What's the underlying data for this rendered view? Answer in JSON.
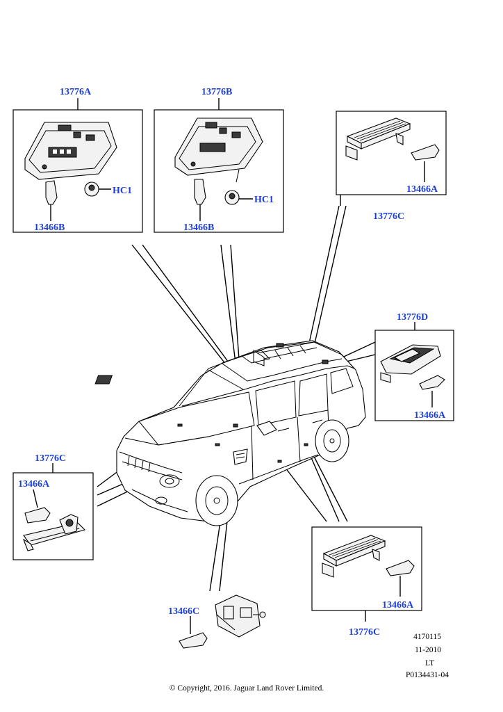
{
  "callouts": {
    "a_ref": "13776A",
    "a_bulb": "13466B",
    "a_hc": "HC1",
    "b_ref": "13776B",
    "b_bulb": "13466B",
    "b_hc": "HC1",
    "c_top_ref": "13776C",
    "c_top_bulb": "13466A",
    "d_ref": "13776D",
    "d_bulb": "13466A",
    "c_left_ref": "13776C",
    "c_left_bulb": "13466A",
    "c_right_ref": "13776C",
    "c_right_bulb": "13466A",
    "c_bottom_bulb": "13466C"
  },
  "meta": {
    "line1": "4170115",
    "line2": "11-2010",
    "line3": "LT",
    "line4": "P0134431-04"
  },
  "copyright": "© Copyright, 2016. Jaguar Land Rover Limited.",
  "colors": {
    "label": "#1c3fd6",
    "line": "#000000"
  }
}
